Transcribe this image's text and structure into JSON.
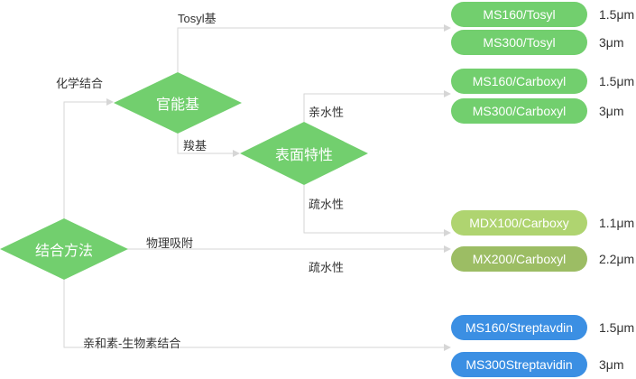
{
  "colors": {
    "green": "#72cf6e",
    "olive_light": "#afd470",
    "olive": "#9cbd64",
    "blue": "#3b8fe3",
    "line": "#d6d6d6"
  },
  "diagram": {
    "nodes": {
      "root": "结合方法",
      "functional_group": "官能基",
      "surface_property": "表面特性"
    },
    "edges": {
      "chemical_bond": "化学结合",
      "tosyl": "Tosyl基",
      "carboxyl_group": "羧基",
      "hydrophilic": "亲水性",
      "hydrophobic_1": "疏水性",
      "physical_adsorption": "物理吸附",
      "hydrophobic_2": "疏水性",
      "avidin_biotin": "亲和素-生物素结合"
    },
    "products": [
      {
        "name": "MS160/Tosyl",
        "size": "1.5μm"
      },
      {
        "name": "MS300/Tosyl",
        "size": "3μm"
      },
      {
        "name": "MS160/Carboxyl",
        "size": "1.5μm"
      },
      {
        "name": "MS300/Carboxyl",
        "size": "3μm"
      },
      {
        "name": "MDX100/Carboxy",
        "size": "1.1μm"
      },
      {
        "name": "MX200/Carboxyl",
        "size": "2.2μm"
      },
      {
        "name": "MS160/Streptavdin",
        "size": "1.5μm"
      },
      {
        "name": "MS300Streptavidin",
        "size": "3μm"
      }
    ]
  }
}
